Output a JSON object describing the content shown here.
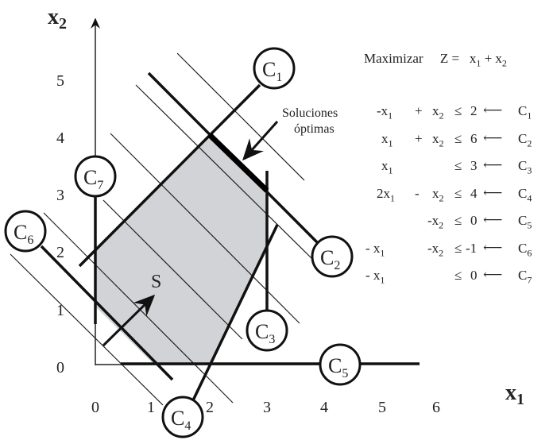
{
  "axes": {
    "x_label": "x",
    "x_sub": "1",
    "y_label": "x",
    "y_sub": "2",
    "x_ticks": [
      "0",
      "1",
      "2",
      "3",
      "4",
      "5",
      "6"
    ],
    "y_ticks": [
      "0",
      "1",
      "2",
      "3",
      "4",
      "5"
    ]
  },
  "region_label": "S",
  "optimal_note": [
    "Soluciones",
    "óptimas"
  ],
  "constraint_tags": [
    {
      "c": "C",
      "n": "1"
    },
    {
      "c": "C",
      "n": "2"
    },
    {
      "c": "C",
      "n": "3"
    },
    {
      "c": "C",
      "n": "4"
    },
    {
      "c": "C",
      "n": "5"
    },
    {
      "c": "C",
      "n": "6"
    },
    {
      "c": "C",
      "n": "7"
    }
  ],
  "objective": {
    "verb": "Maximizar",
    "lhs": "Z =",
    "t1": "x",
    "s1": "1",
    "op": "+ x",
    "s2": "2"
  },
  "constraints": [
    {
      "a": "-x",
      "as": "1",
      "op": "+",
      "b": "x",
      "bs": "2",
      "rel": "≤",
      "rhs": "2",
      "tag": "C",
      "tn": "1"
    },
    {
      "a": "x",
      "as": "1",
      "op": "+",
      "b": "x",
      "bs": "2",
      "rel": "≤",
      "rhs": "6",
      "tag": "C",
      "tn": "2"
    },
    {
      "a": "x",
      "as": "1",
      "op": "",
      "b": "",
      "bs": "",
      "rel": "≤",
      "rhs": "3",
      "tag": "C",
      "tn": "3"
    },
    {
      "a": "2x",
      "as": "1",
      "op": "-",
      "b": "x",
      "bs": "2",
      "rel": "≤",
      "rhs": "4",
      "tag": "C",
      "tn": "4"
    },
    {
      "a": "",
      "as": "",
      "op": "",
      "b": "-x",
      "bs": "2",
      "rel": "≤",
      "rhs": "0",
      "tag": "C",
      "tn": "5"
    },
    {
      "a": "-  x",
      "as": "1",
      "op": "",
      "b": "-x",
      "bs": "2",
      "rel": "≤",
      "rhs": "-1",
      "tag": "C",
      "tn": "6"
    },
    {
      "a": "-  x",
      "as": "1",
      "op": "",
      "b": "",
      "bs": "",
      "rel": "≤",
      "rhs": "0",
      "tag": "C",
      "tn": "7"
    }
  ]
}
